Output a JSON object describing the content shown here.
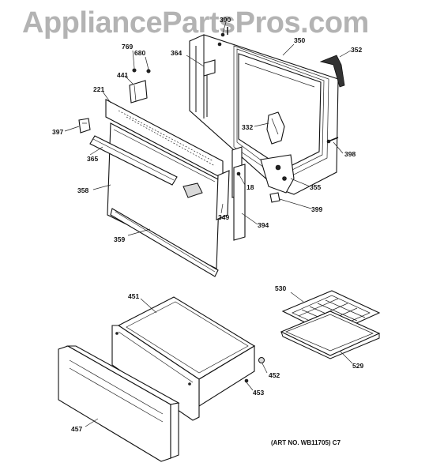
{
  "watermark": "AppliancePartsPros.com",
  "art_number": "(ART NO. WB11705) C7",
  "callouts": {
    "c390": "390",
    "c350": "350",
    "c352": "352",
    "c769": "769",
    "c680": "680",
    "c364": "364",
    "c441": "441",
    "c221": "221",
    "c397": "397",
    "c332": "332",
    "c398": "398",
    "c365": "365",
    "c18": "18",
    "c355": "355",
    "c358": "358",
    "c399": "399",
    "c349": "349",
    "c394": "394",
    "c359": "359",
    "c530": "530",
    "c451": "451",
    "c529": "529",
    "c452": "452",
    "c453": "453",
    "c457": "457"
  }
}
